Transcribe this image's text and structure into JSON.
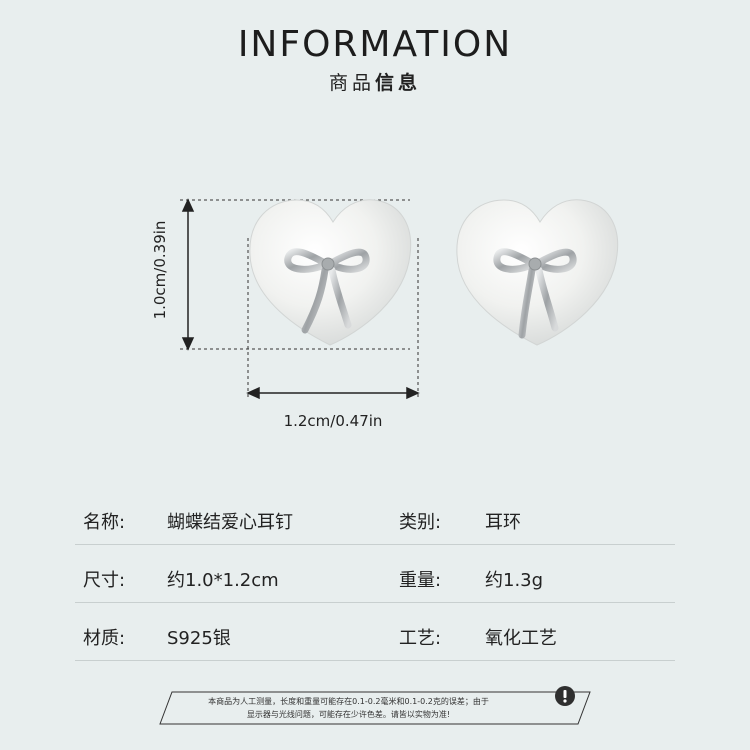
{
  "header": {
    "title": "INFORMATION",
    "subtitle_light": "商品",
    "subtitle_bold": "信息"
  },
  "dimensions": {
    "width_label": "1.2cm/0.47in",
    "height_label": "1.0cm/0.39in"
  },
  "specs": [
    {
      "label1": "名称:",
      "value1": "蝴蝶结爱心耳钉",
      "label2": "类别:",
      "value2": "耳环"
    },
    {
      "label1": "尺寸:",
      "value1": "约1.0*1.2cm",
      "label2": "重量:",
      "value2": "约1.3g"
    },
    {
      "label1": "材质:",
      "value1": "S925银",
      "label2": "工艺:",
      "value2": "氧化工艺"
    }
  ],
  "note": {
    "line1": "本商品为人工测量，长度和重量可能存在0.1-0.2毫米和0.1-0.2克的误差；由于",
    "line2": "显示器与光线问题，可能存在少许色差。请皆以实物为准!",
    "icon": "exclamation-icon"
  },
  "colors": {
    "background": "#e8eeee",
    "pearl": "#f4f4f2",
    "silver": "#b9bcbe"
  }
}
